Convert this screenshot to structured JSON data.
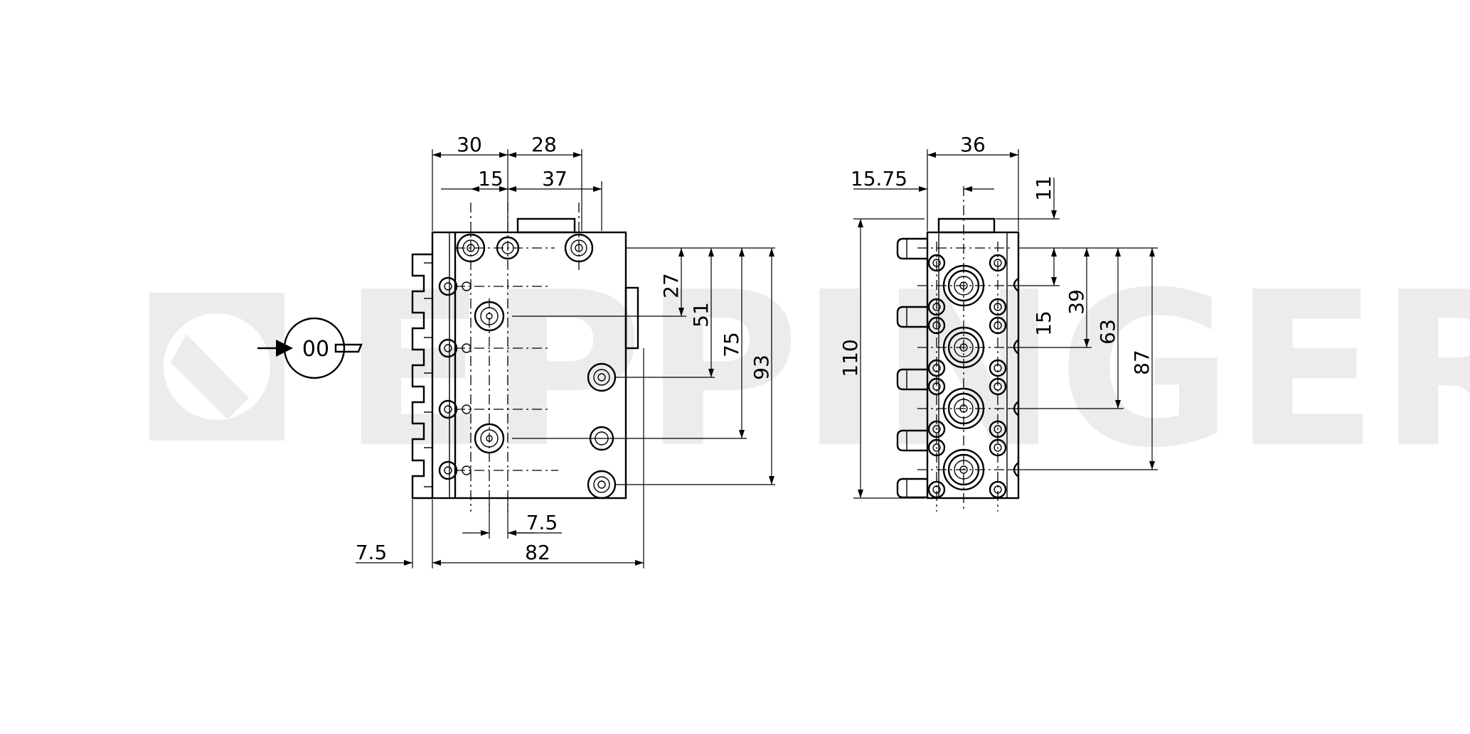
{
  "watermark": {
    "text": "EPPINGER",
    "color": "#e9e9e9"
  },
  "front_view": {
    "dims_top": [
      "30",
      "28",
      "15",
      "37"
    ],
    "dims_right": [
      "27",
      "51",
      "75",
      "93"
    ],
    "dims_bottom": [
      "7.5",
      "7.5",
      "82"
    ]
  },
  "side_view": {
    "dims_top": [
      "36",
      "15.75"
    ],
    "dims_left": [
      "110"
    ],
    "dims_right": [
      "11",
      "39",
      "15",
      "63",
      "87"
    ]
  },
  "projection_symbol": {
    "label": "00",
    "icon": "view-arrow-icon"
  }
}
